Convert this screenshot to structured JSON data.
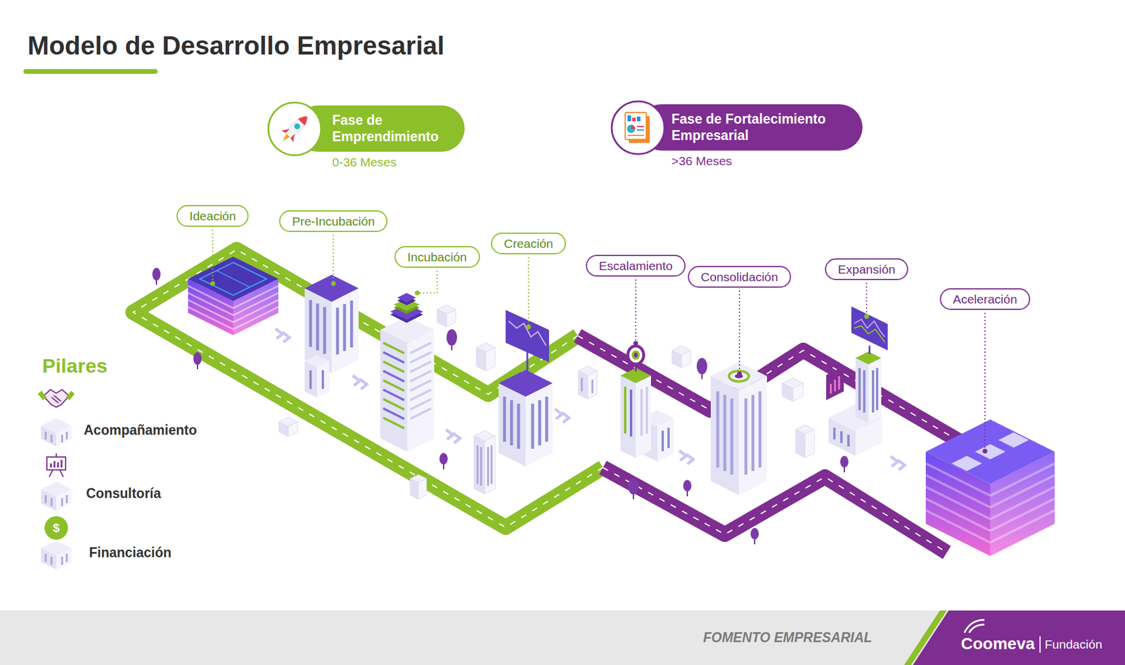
{
  "diagram": {
    "title": "Modelo de Desarrollo Empresarial",
    "nodes": [
      {
        "text": [
          "Fase de Emprendimiento",
          "0-36 Meses"
        ]
      },
      {
        "text": [
          "Fase de Fortalecimiento Empresarial",
          ">36 Meses"
        ]
      },
      {
        "text": [
          "Ideación"
        ]
      },
      {
        "text": [
          "Pre-Incubación"
        ]
      },
      {
        "text": [
          "Incubación"
        ]
      },
      {
        "text": [
          "Creación"
        ]
      },
      {
        "text": [
          "Escalamiento"
        ]
      },
      {
        "text": [
          "Consolidación"
        ]
      },
      {
        "text": [
          "Expansión"
        ]
      },
      {
        "text": [
          "Aceleración"
        ]
      }
    ],
    "labels": [
      "Pilares",
      "Acompañamiento",
      "Consultoría",
      "$",
      "Financiación",
      "FOMENTO EMPRESARIAL",
      "Coomeva",
      "Fundación"
    ]
  }
}
